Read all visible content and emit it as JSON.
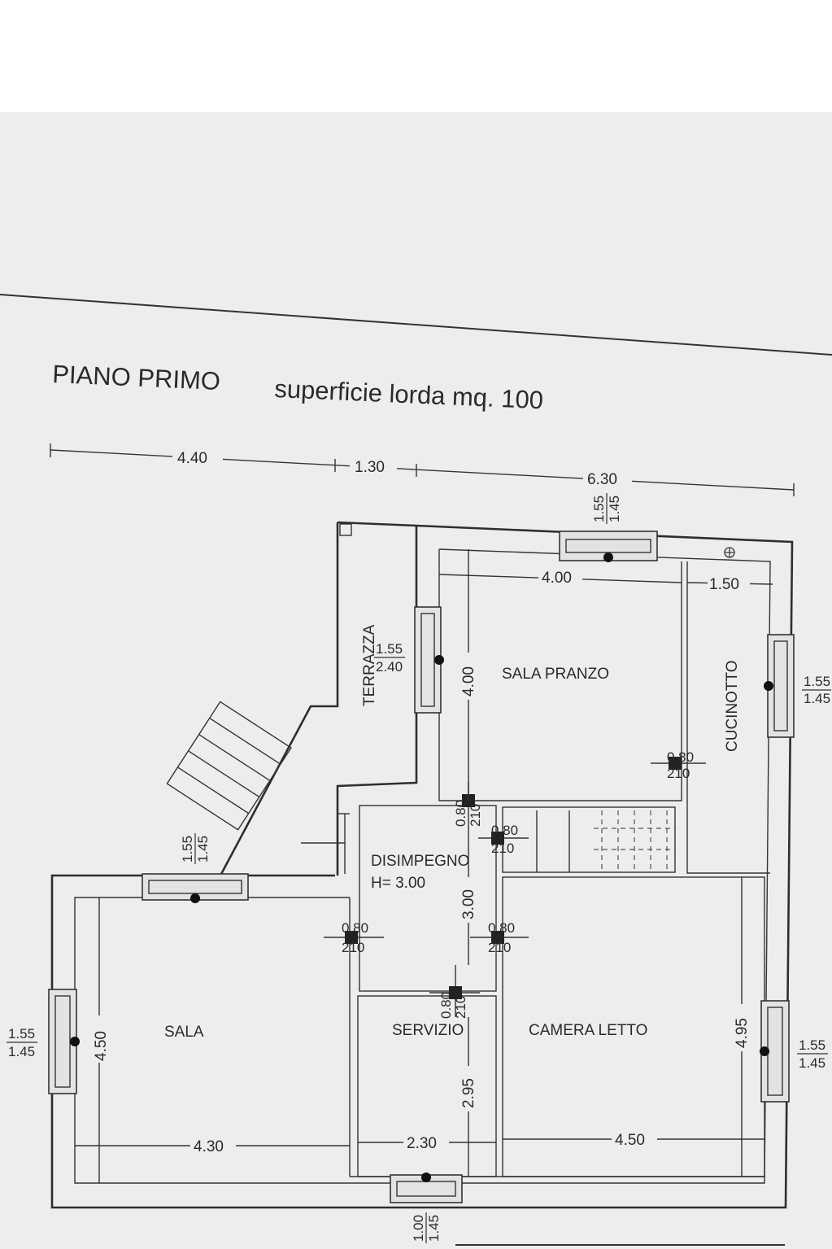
{
  "header": {
    "title": "PIANO PRIMO",
    "subtitle": "superficie lorda mq. 100"
  },
  "rooms": {
    "terrazza": "TERRAZZA",
    "sala_pranzo": "SALA PRANZO",
    "cucinotto": "CUCINOTTO",
    "disimpegno": "DISIMPEGNO",
    "disimpegno_height": "H= 3.00",
    "sala": "SALA",
    "servizio": "SERVIZIO",
    "camera_letto": "CAMERA LETTO"
  },
  "dimensions": {
    "top_left": "4.40",
    "top_mid": "1.30",
    "top_right": "6.30",
    "sala_pranzo_width": "4.00",
    "cucinotto_width": "1.50",
    "sala_pranzo_depth": "4.00",
    "disimpegno_depth": "3.00",
    "servizio_depth": "2.95",
    "camera_depth": "4.95",
    "sala_depth": "4.50",
    "sala_width": "4.30",
    "servizio_width": "2.30",
    "camera_width": "4.50"
  },
  "windows": {
    "top": {
      "num": "1.55",
      "den": "1.45"
    },
    "terrazza": {
      "num": "1.55",
      "den": "2.40"
    },
    "cucinotto": {
      "num": "1.55",
      "den": "1.45"
    },
    "sala_top": {
      "num": "1.55",
      "den": "1.45"
    },
    "sala_left": {
      "num": "1.55",
      "den": "1.45"
    },
    "camera_right": {
      "num": "1.55",
      "den": "1.45"
    },
    "bottom": {
      "num": "1.00",
      "den": "1.45"
    }
  },
  "doors": {
    "width": "0.80",
    "height": "210"
  }
}
